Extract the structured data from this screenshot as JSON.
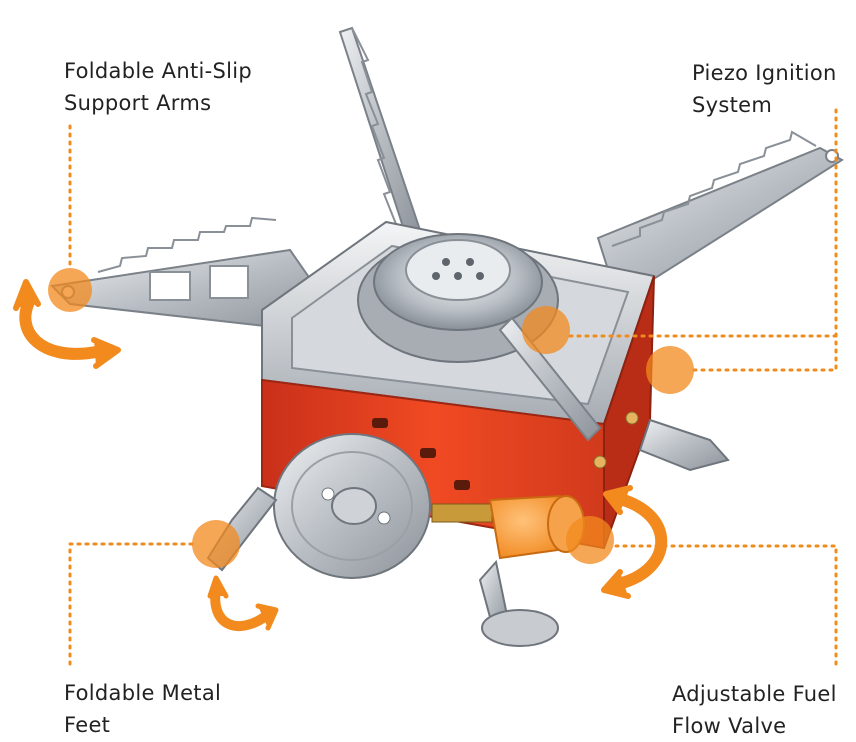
{
  "callouts": {
    "support_arms": {
      "line1": "Foldable Anti-Slip",
      "line2": "Support Arms"
    },
    "piezo": {
      "line1": "Piezo Ignition",
      "line2": "System"
    },
    "feet": {
      "line1": "Foldable Metal",
      "line2": "Feet"
    },
    "valve": {
      "line1": "Adjustable Fuel",
      "line2": "Flow Valve"
    }
  },
  "colors": {
    "accent_orange": "#f28a1e",
    "stove_body_red": "#e8401f",
    "steel": "#c9ccd0",
    "background": "#ffffff"
  },
  "icons": [
    "rotate-arrow-icon",
    "rotate-arrow-icon",
    "rotate-arrow-icon"
  ]
}
